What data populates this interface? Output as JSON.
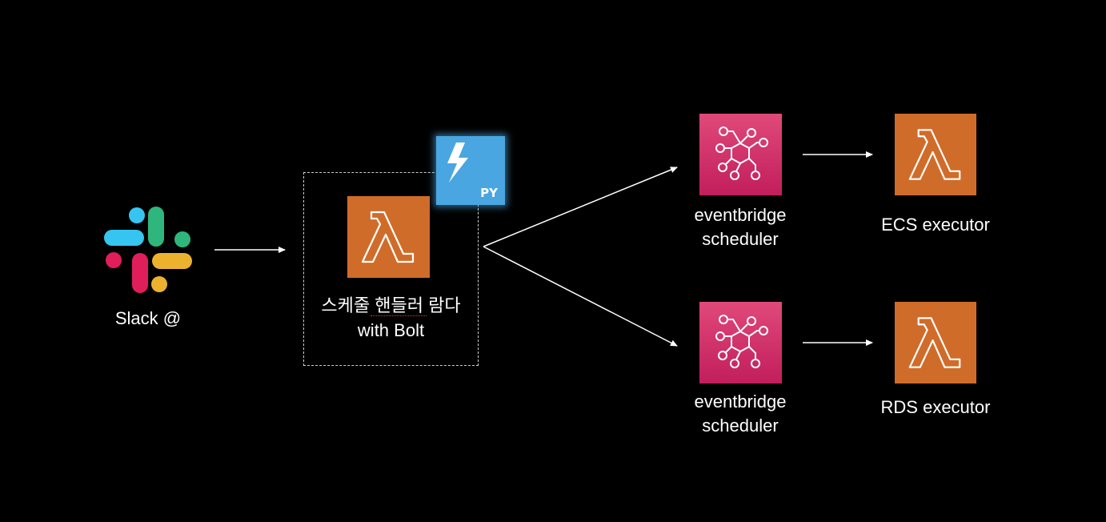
{
  "nodes": {
    "slack": {
      "label": "Slack @",
      "icon": "slack-icon"
    },
    "handler": {
      "label_line1": "스케줄 핸들러 람다",
      "label_line2": "with Bolt",
      "icon": "lambda-icon"
    },
    "bolt": {
      "badge": "PY",
      "icon": "bolt-python-icon"
    },
    "scheduler_top": {
      "label_line1": "eventbridge",
      "label_line2": "scheduler",
      "icon": "eventbridge-icon"
    },
    "scheduler_bottom": {
      "label_line1": "eventbridge",
      "label_line2": "scheduler",
      "icon": "eventbridge-icon"
    },
    "ecs_executor": {
      "label": "ECS executor",
      "icon": "lambda-icon"
    },
    "rds_executor": {
      "label": "RDS executor",
      "icon": "lambda-icon"
    }
  },
  "colors": {
    "background": "#000000",
    "lambda": "#d06c2a",
    "eventbridge": "#d6336c",
    "bolt": "#4aa6e0",
    "slack_blue": "#36c5f0",
    "slack_green": "#2eb67d",
    "slack_yellow": "#ecb22e",
    "slack_red": "#e01e5a"
  }
}
